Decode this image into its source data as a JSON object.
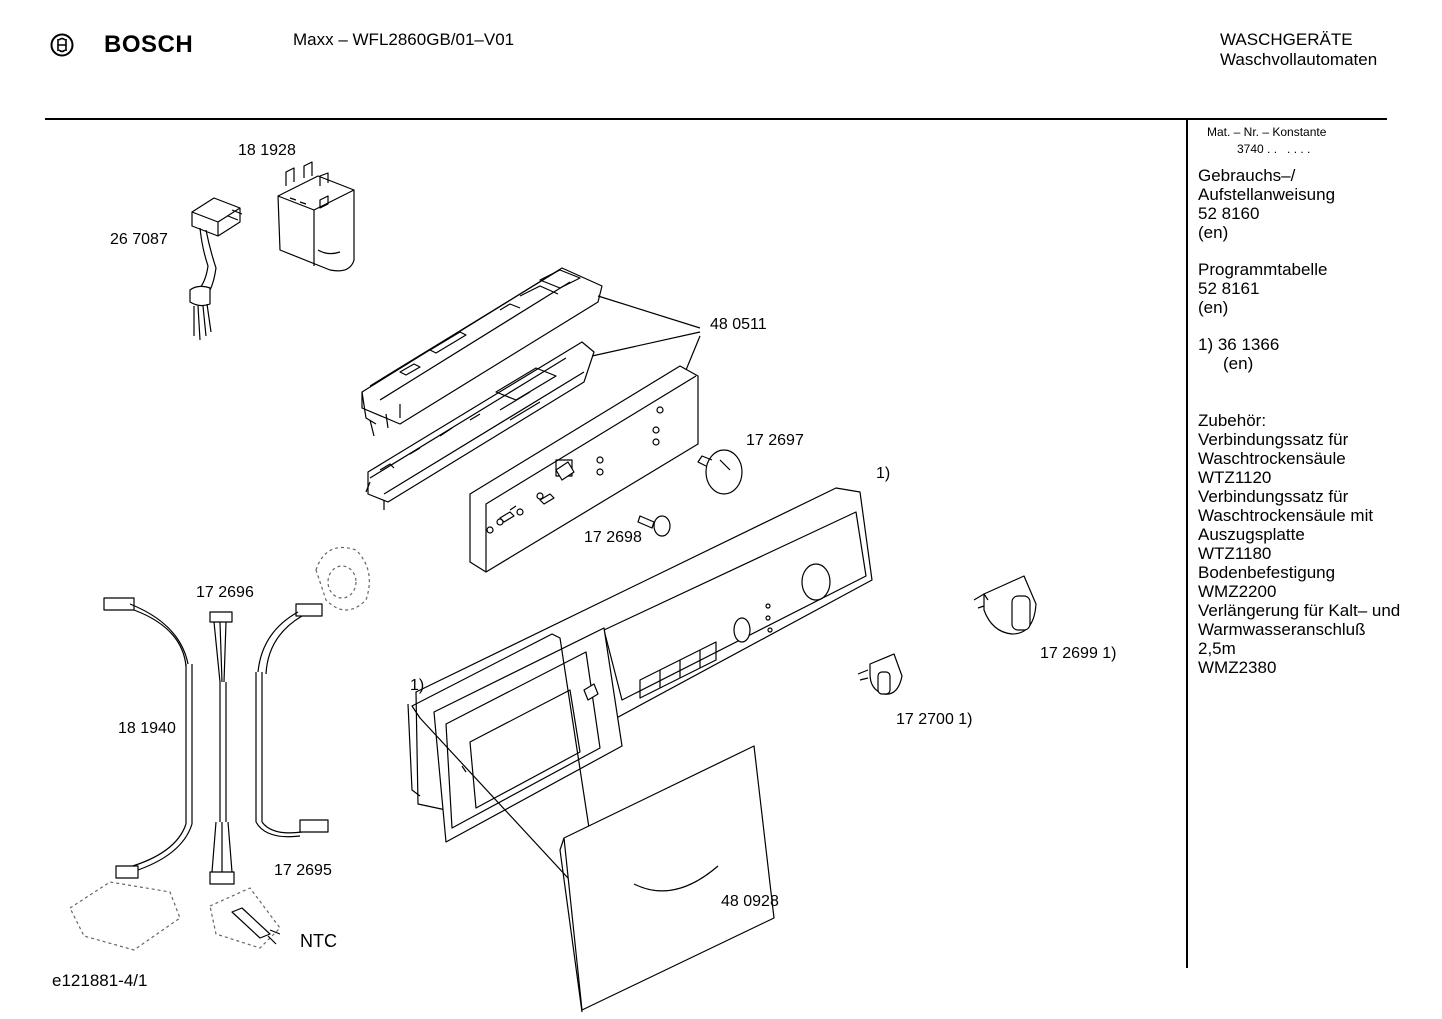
{
  "header": {
    "brand": "BOSCH",
    "model": "Maxx – WFL2860GB/01–V01",
    "category_line1": "WASCHGERÄTE",
    "category_line2": "Waschvollautomaten"
  },
  "sidebar": {
    "mat_label": "Mat. – Nr. – Konstante",
    "mat_value": "3740 . .   . . . .",
    "block1": [
      "Gebrauchs–/",
      "Aufstellanweisung",
      "52 8160",
      "(en)"
    ],
    "block2": [
      "Programmtabelle",
      "52 8161",
      "(en)"
    ],
    "block3": [
      "1) 36 1366",
      "(en)"
    ],
    "block4": [
      "Zubehör:",
      "Verbindungssatz für",
      "Waschtrockensäule",
      "WTZ1120",
      "Verbindungssatz für",
      "Waschtrockensäule mit",
      "Auszugsplatte",
      "WTZ1180",
      "Bodenbefestigung",
      "WMZ2200",
      "Verlängerung für Kalt– und",
      "Warmwasseranschluß",
      "2,5m",
      "WMZ2380"
    ]
  },
  "parts": {
    "p181928": "18 1928",
    "p267087": "26 7087",
    "p480511": "48 0511",
    "p172697": "17 2697",
    "p172698": "17 2698",
    "p_note1a": "1)",
    "p172696": "17 2696",
    "p181940": "18 1940",
    "p172695": "17 2695",
    "p_note1b": "1)",
    "p1726991": "17 2699 1)",
    "p1727001": "17 2700 1)",
    "p480928": "48 0928",
    "pNTC": "NTC"
  },
  "footer": {
    "diagram_id": "e121881-4/1"
  }
}
